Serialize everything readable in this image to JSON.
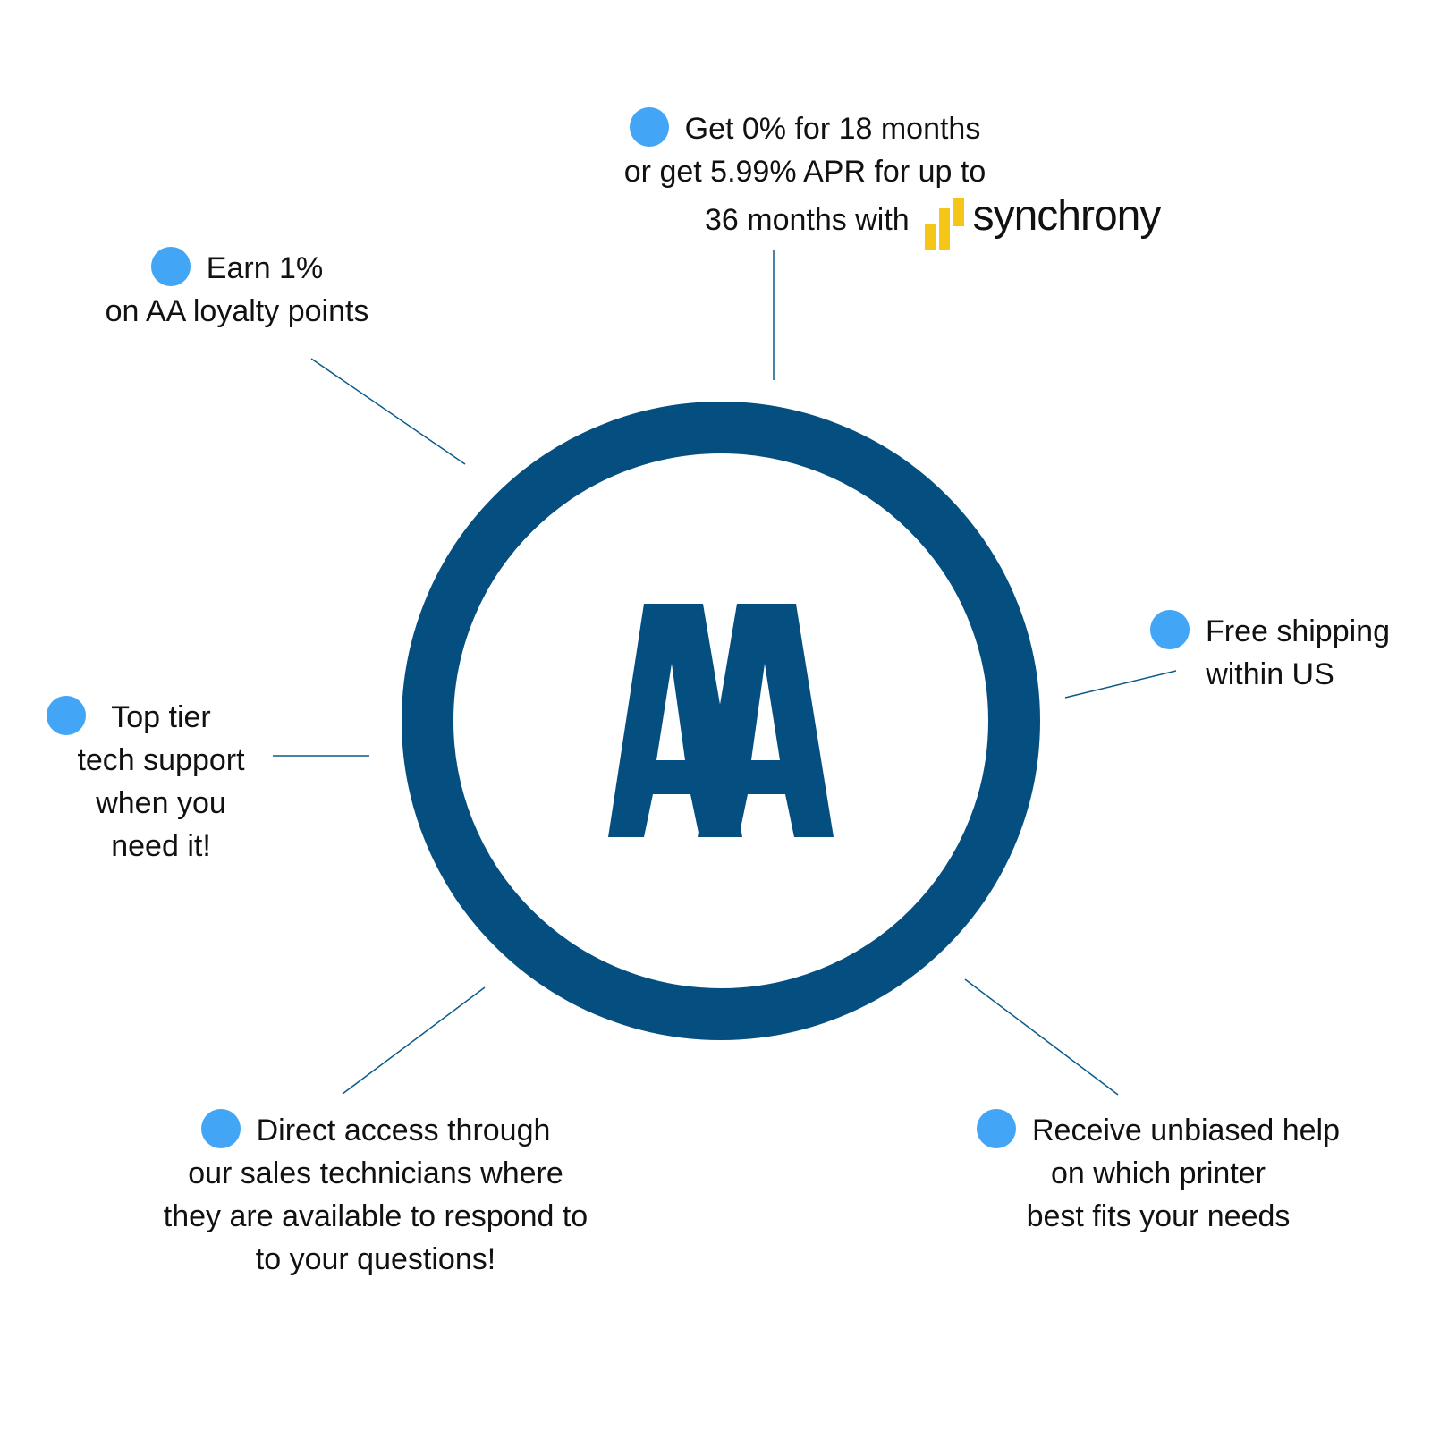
{
  "center_logo": {
    "text": "AA",
    "ring_color": "#054f80"
  },
  "accent_dot_color": "#42a5f5",
  "features": {
    "financing": {
      "line1": "Get 0% for 18 months",
      "line2": "or get 5.99% APR for up to",
      "line3": "36 months with",
      "brand": "synchrony",
      "brand_color": "#f5c518"
    },
    "loyalty": {
      "line1": "Earn 1%",
      "line2": "on AA loyalty points"
    },
    "shipping": {
      "line1": "Free shipping",
      "line2": "within US"
    },
    "support": {
      "line1": "Top tier",
      "line2": "tech support",
      "line3": "when you",
      "line4": "need it!"
    },
    "access": {
      "line1": "Direct access through",
      "line2": "our sales technicians where",
      "line3": "they are available to respond to",
      "line4": "to your questions!"
    },
    "help": {
      "line1": "Receive unbiased help",
      "line2": "on which printer",
      "line3": "best fits your needs"
    }
  }
}
